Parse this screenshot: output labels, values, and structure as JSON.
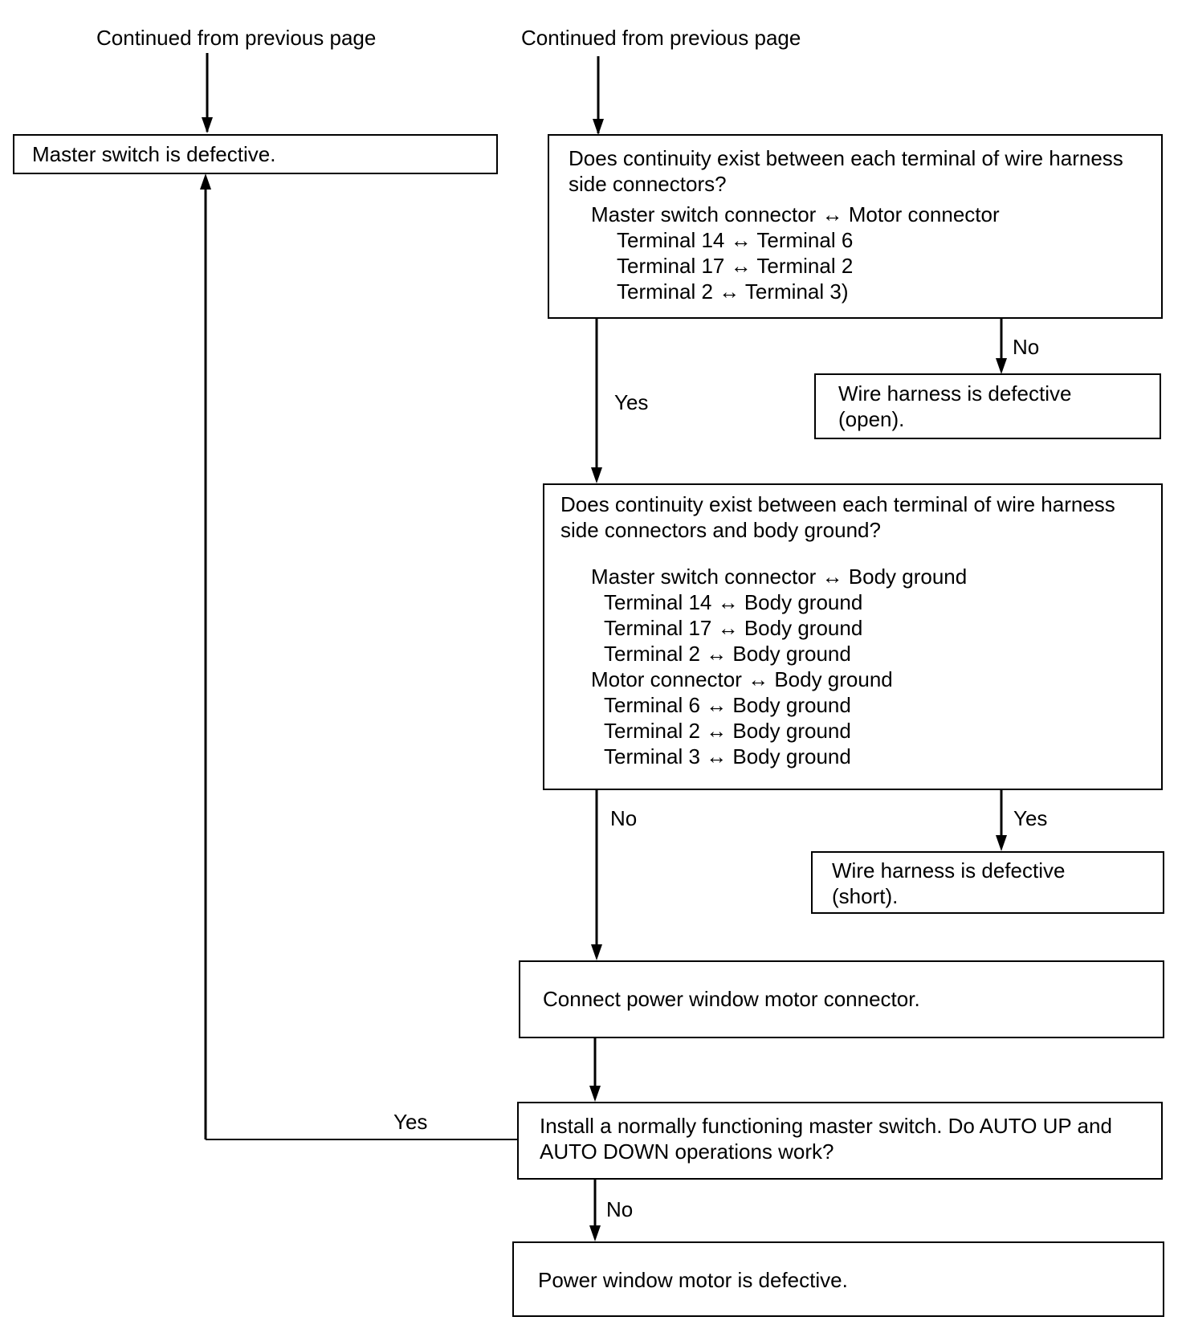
{
  "headers": {
    "left": "Continued from previous page",
    "right": "Continued from previous page"
  },
  "boxes": {
    "master_defective": "Master switch is defective.",
    "continuity1": {
      "question_line1": "Does continuity exist between each terminal of wire harness",
      "question_line2": "side connectors?",
      "pair_heading": "Master switch connector ↔ Motor connector",
      "items": [
        "Terminal 14 ↔ Terminal 6",
        "Terminal 17 ↔ Terminal 2",
        "Terminal 2 ↔ Terminal 3)"
      ]
    },
    "wire_open": {
      "line1": "Wire harness is defective",
      "line2": "(open)."
    },
    "continuity2": {
      "question_line1": "Does continuity exist between each terminal of wire harness",
      "question_line2": "side connectors and body ground?",
      "master_heading": "Master switch connector ↔ Body ground",
      "master_items": [
        "Terminal 14 ↔ Body ground",
        "Terminal 17 ↔ Body ground",
        "Terminal 2 ↔ Body ground"
      ],
      "motor_heading": "Motor connector ↔ Body ground",
      "motor_items": [
        "Terminal 6 ↔ Body ground",
        "Terminal 2 ↔ Body ground",
        "Terminal 3 ↔ Body ground"
      ]
    },
    "wire_short": {
      "line1": "Wire harness is defective",
      "line2": "(short)."
    },
    "connect_motor": "Connect power window motor connector.",
    "install_switch": {
      "line1": "Install a normally functioning master switch. Do AUTO UP and",
      "line2": "AUTO DOWN operations work?"
    },
    "motor_defective": "Power window motor is defective."
  },
  "labels": {
    "c1_no": "No",
    "c1_yes": "Yes",
    "c2_no": "No",
    "c2_yes": "Yes",
    "install_yes": "Yes",
    "install_no": "No"
  }
}
